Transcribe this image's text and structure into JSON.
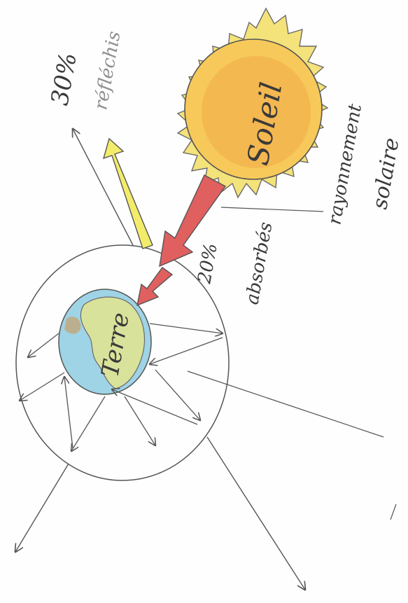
{
  "labels": {
    "reflected_percent": "30%",
    "reflected_word": "réfléchis",
    "sun": "Soleil",
    "radiation_word_1": "rayonnement",
    "radiation_word_2": "solaire",
    "absorbed_percent": "20%",
    "absorbed_word": "absorbés",
    "earth": "Terre"
  },
  "colors": {
    "sun_fill": "#f7c95a",
    "sun_inner": "#f3a94a",
    "sun_rays": "#f4e27a",
    "incoming_arrow": "#e0605f",
    "reflected_arrow": "#f2ec6a",
    "ocean": "#9fd3e6",
    "land": "#d9e29a",
    "land_brown": "#c9a06a",
    "ink": "#555555"
  }
}
